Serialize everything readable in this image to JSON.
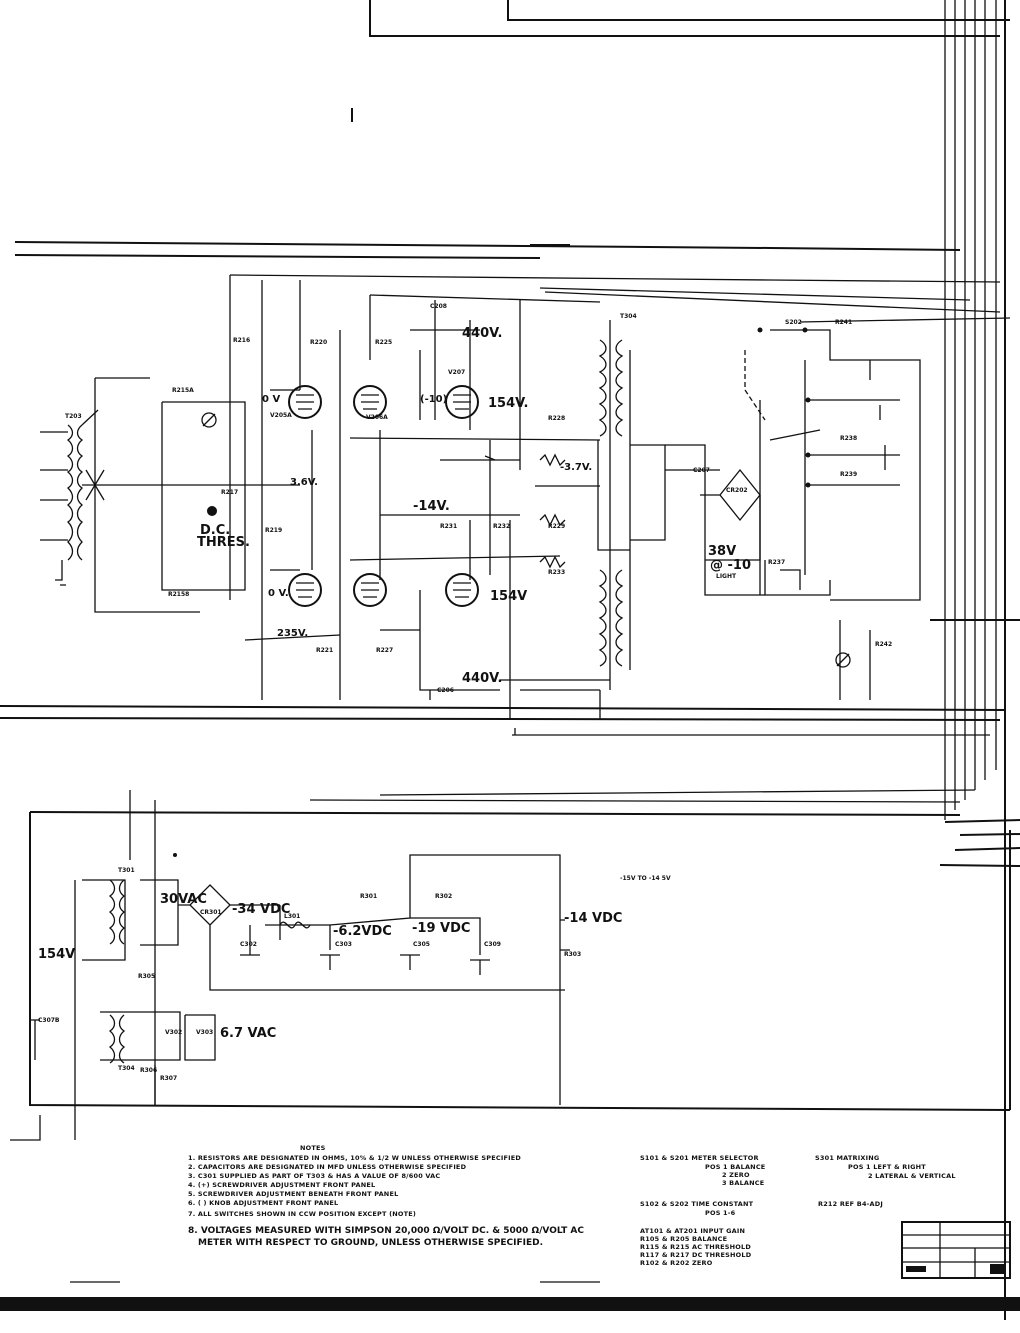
{
  "schematic": {
    "upper_section": {
      "voltage_labels": [
        "440V.",
        "154V.",
        "3.6V.",
        "-3.7V.",
        "-14V.",
        "154V",
        "440V.",
        "235V.",
        "0 V",
        "0 V.",
        "(-10)"
      ],
      "dc_threshold_label": "D.C.\nTHRES.",
      "dc_threshold_line1": "D.C.",
      "dc_threshold_line2": "THRES.",
      "rectifier_label_1": "38V",
      "rectifier_label_2": "@ -10",
      "rectifier_label_3": "LIGHT",
      "transformer_labels": [
        "T203",
        "T304"
      ],
      "component_labels": [
        "C208",
        "R215A",
        "R216",
        "R220",
        "R225",
        "V205A",
        "V206A",
        "V207",
        "R228",
        "R229",
        "R231",
        "R232",
        "R233",
        "R221",
        "R227",
        "R2158",
        "R217",
        "R219",
        "C206",
        "C207",
        "CR202",
        "S202",
        "R241",
        "R242",
        "R238",
        "R237",
        "R239"
      ]
    },
    "lower_section": {
      "voltage_labels": [
        "30VAC",
        "-34 VDC",
        "-6.2VDC",
        "-19 VDC",
        "-14 VDC",
        "154V",
        "6.7 VAC",
        "-15V TO -14 5V"
      ],
      "component_labels": [
        "T301",
        "CR301",
        "L301",
        "C302",
        "C303",
        "C305",
        "C309",
        "R301",
        "R302",
        "R303",
        "R305",
        "R306",
        "R307",
        "C307B",
        "T304",
        "V302",
        "V303"
      ]
    },
    "notes": {
      "heading": "NOTES",
      "items": [
        "1. RESISTORS ARE DESIGNATED IN OHMS, 10% & 1/2 W UNLESS OTHERWISE SPECIFIED",
        "2. CAPACITORS ARE DESIGNATED IN MFD UNLESS OTHERWISE SPECIFIED",
        "3. C301 SUPPLIED AS PART OF T303 & HAS A VALUE OF 8/600 VAC",
        "4. (+) SCREWDRIVER ADJUSTMENT FRONT PANEL",
        "5. SCREWDRIVER ADJUSTMENT BENEATH FRONT PANEL",
        "6. ( ) KNOB ADJUSTMENT FRONT PANEL",
        "7. ALL SWITCHES SHOWN IN CCW POSITION EXCEPT (NOTE)",
        "8. VOLTAGES MEASURED WITH SIMPSON 20,000 Ω/VOLT DC. & 5000 Ω/VOLT AC",
        "METER WITH RESPECT TO GROUND, UNLESS OTHERWISE SPECIFIED."
      ]
    },
    "switch_tables": {
      "meter_selector": {
        "title": "S101 & S201 METER SELECTOR",
        "positions": [
          "POS 1 BALANCE",
          "2 ZERO",
          "3 BALANCE"
        ]
      },
      "time_constant": {
        "title": "S102 & S202 TIME CONSTANT",
        "positions": [
          "POS 1-6"
        ]
      },
      "matrixing": {
        "title": "S301 MATRIXING",
        "positions": [
          "POS 1 LEFT & RIGHT",
          "2 LATERAL & VERTICAL"
        ]
      },
      "reference": "R212 REF B4-ADJ",
      "adjustments": [
        "AT101 & AT201 INPUT GAIN",
        "R105 & R205 BALANCE",
        "R115 & R215 AC THRESHOLD",
        "R117 & R217 DC THRESHOLD",
        "R102 & R202 ZERO"
      ]
    }
  }
}
